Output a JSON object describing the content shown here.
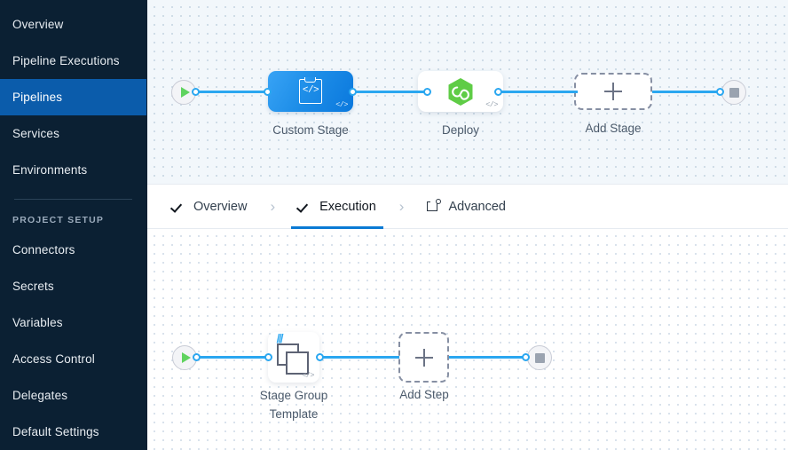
{
  "sidebar": {
    "items": [
      {
        "label": "Overview",
        "active": false
      },
      {
        "label": "Pipeline Executions",
        "active": false
      },
      {
        "label": "Pipelines",
        "active": true
      },
      {
        "label": "Services",
        "active": false
      },
      {
        "label": "Environments",
        "active": false
      }
    ],
    "section_label": "PROJECT SETUP",
    "setup_items": [
      {
        "label": "Connectors"
      },
      {
        "label": "Secrets"
      },
      {
        "label": "Variables"
      },
      {
        "label": "Access Control"
      },
      {
        "label": "Delegates"
      },
      {
        "label": "Default Settings"
      }
    ],
    "colors": {
      "background": "#0b2033",
      "active": "#0b5cab",
      "text": "#e8edf2"
    }
  },
  "tabs": [
    {
      "label": "Overview",
      "icon": "check-icon",
      "active": false
    },
    {
      "label": "Execution",
      "icon": "check-icon",
      "active": true
    },
    {
      "label": "Advanced",
      "icon": "advanced-gear-box-icon",
      "active": false
    }
  ],
  "tab_separator": "›",
  "stage_canvas": {
    "start_node": {
      "icon": "play-icon"
    },
    "end_node": {
      "icon": "stop-icon"
    },
    "nodes": [
      {
        "label": "Custom Stage",
        "type": "custom-stage",
        "icon": "template-code-icon",
        "badge": "</>"
      },
      {
        "label": "Deploy",
        "type": "deploy-stage",
        "icon": "harness-hexagon-icon",
        "badge": "</>"
      }
    ],
    "add_stage": {
      "label": "Add Stage",
      "icon": "plus-icon"
    }
  },
  "step_canvas": {
    "start_node": {
      "icon": "play-icon"
    },
    "end_node": {
      "icon": "stop-icon"
    },
    "nodes": [
      {
        "label": "Stage Group\nTemplate",
        "type": "stage-group-template",
        "icon": "stacked-squares-icon",
        "badge": "</>"
      }
    ],
    "add_step": {
      "label": "Add Step",
      "icon": "plus-icon"
    }
  },
  "colors": {
    "edge": "#2ba7f0",
    "stage_blue_start": "#38a3f5",
    "stage_blue_end": "#0a78dd",
    "deploy_green": "#5fcc46",
    "canvas_top": "#f2f7fb",
    "canvas_bottom": "#ffffff",
    "accent": "#0a7ad4"
  }
}
